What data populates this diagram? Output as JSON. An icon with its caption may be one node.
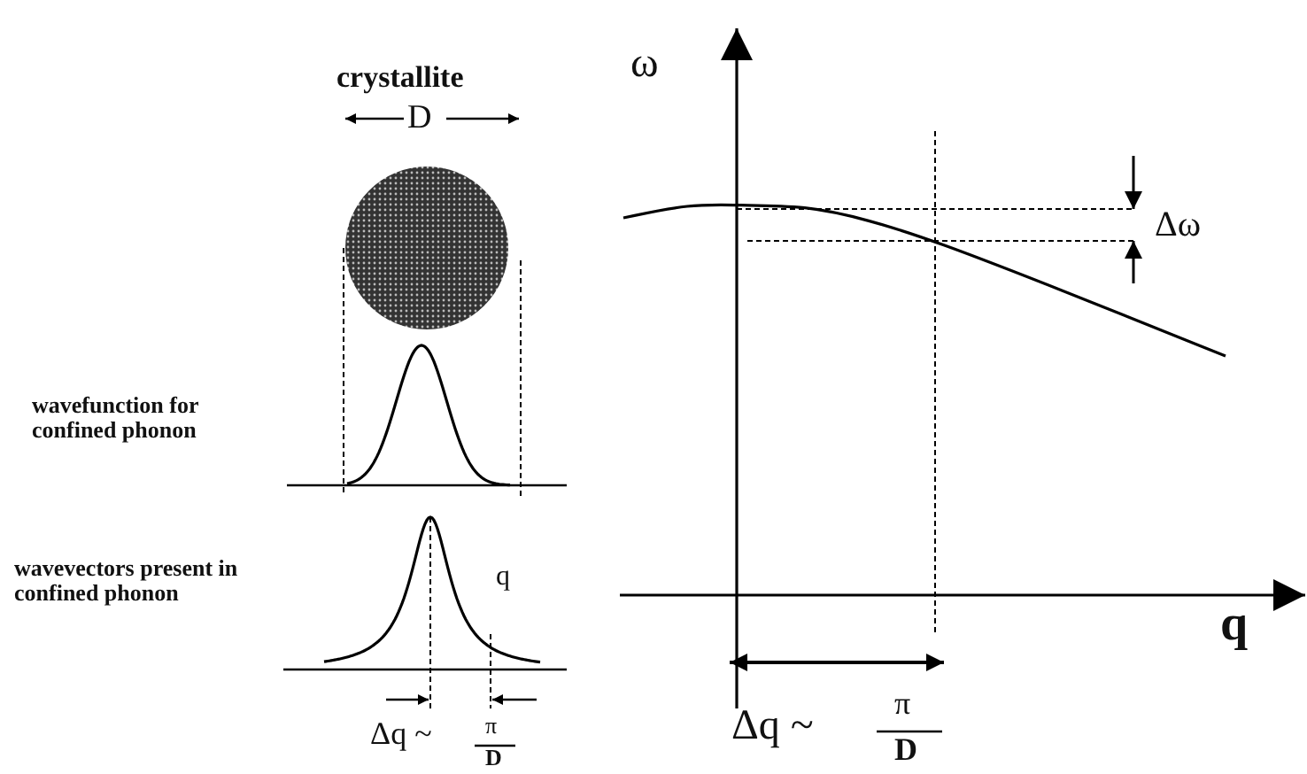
{
  "diagram": {
    "labels": [
      "crystallite",
      "D",
      "ω",
      "Δω",
      "wavefunction for confined phonon",
      "wavevectors present in confined phonon",
      "q",
      "q",
      "Δq ~",
      "π",
      "D",
      "Δq ~",
      "π",
      "D"
    ]
  }
}
